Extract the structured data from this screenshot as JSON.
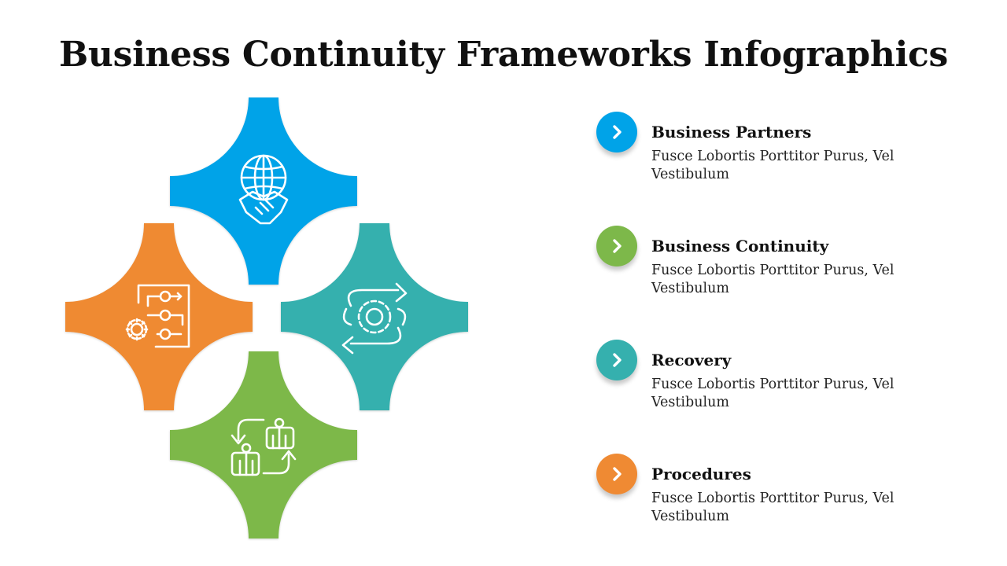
{
  "title": "Business Continuity Frameworks Infographics",
  "colors": {
    "blue": "#00A3E8",
    "green": "#7DB84A",
    "teal": "#35B0AE",
    "orange": "#EF8A33"
  },
  "shapes": [
    {
      "name": "blue-star",
      "color": "#00A3E8",
      "icon": "globe-handshake-icon"
    },
    {
      "name": "orange-star",
      "color": "#EF8A33",
      "icon": "process-flow-gear-icon"
    },
    {
      "name": "teal-star",
      "color": "#35B0AE",
      "icon": "gear-cycle-arrows-icon"
    },
    {
      "name": "green-star",
      "color": "#7DB84A",
      "icon": "people-exchange-icon"
    }
  ],
  "items": [
    {
      "title": "Business Partners",
      "desc": "Fusce Lobortis Porttitor Purus, Vel Vestibulum",
      "color": "#00A3E8",
      "icon": "chevron-right-icon"
    },
    {
      "title": "Business Continuity",
      "desc": "Fusce Lobortis Porttitor Purus, Vel Vestibulum",
      "color": "#7DB84A",
      "icon": "chevron-right-icon"
    },
    {
      "title": "Recovery",
      "desc": "Fusce Lobortis Porttitor Purus, Vel Vestibulum",
      "color": "#35B0AE",
      "icon": "chevron-right-icon"
    },
    {
      "title": "Procedures",
      "desc": "Fusce Lobortis Porttitor Purus, Vel Vestibulum",
      "color": "#EF8A33",
      "icon": "chevron-right-icon"
    }
  ]
}
